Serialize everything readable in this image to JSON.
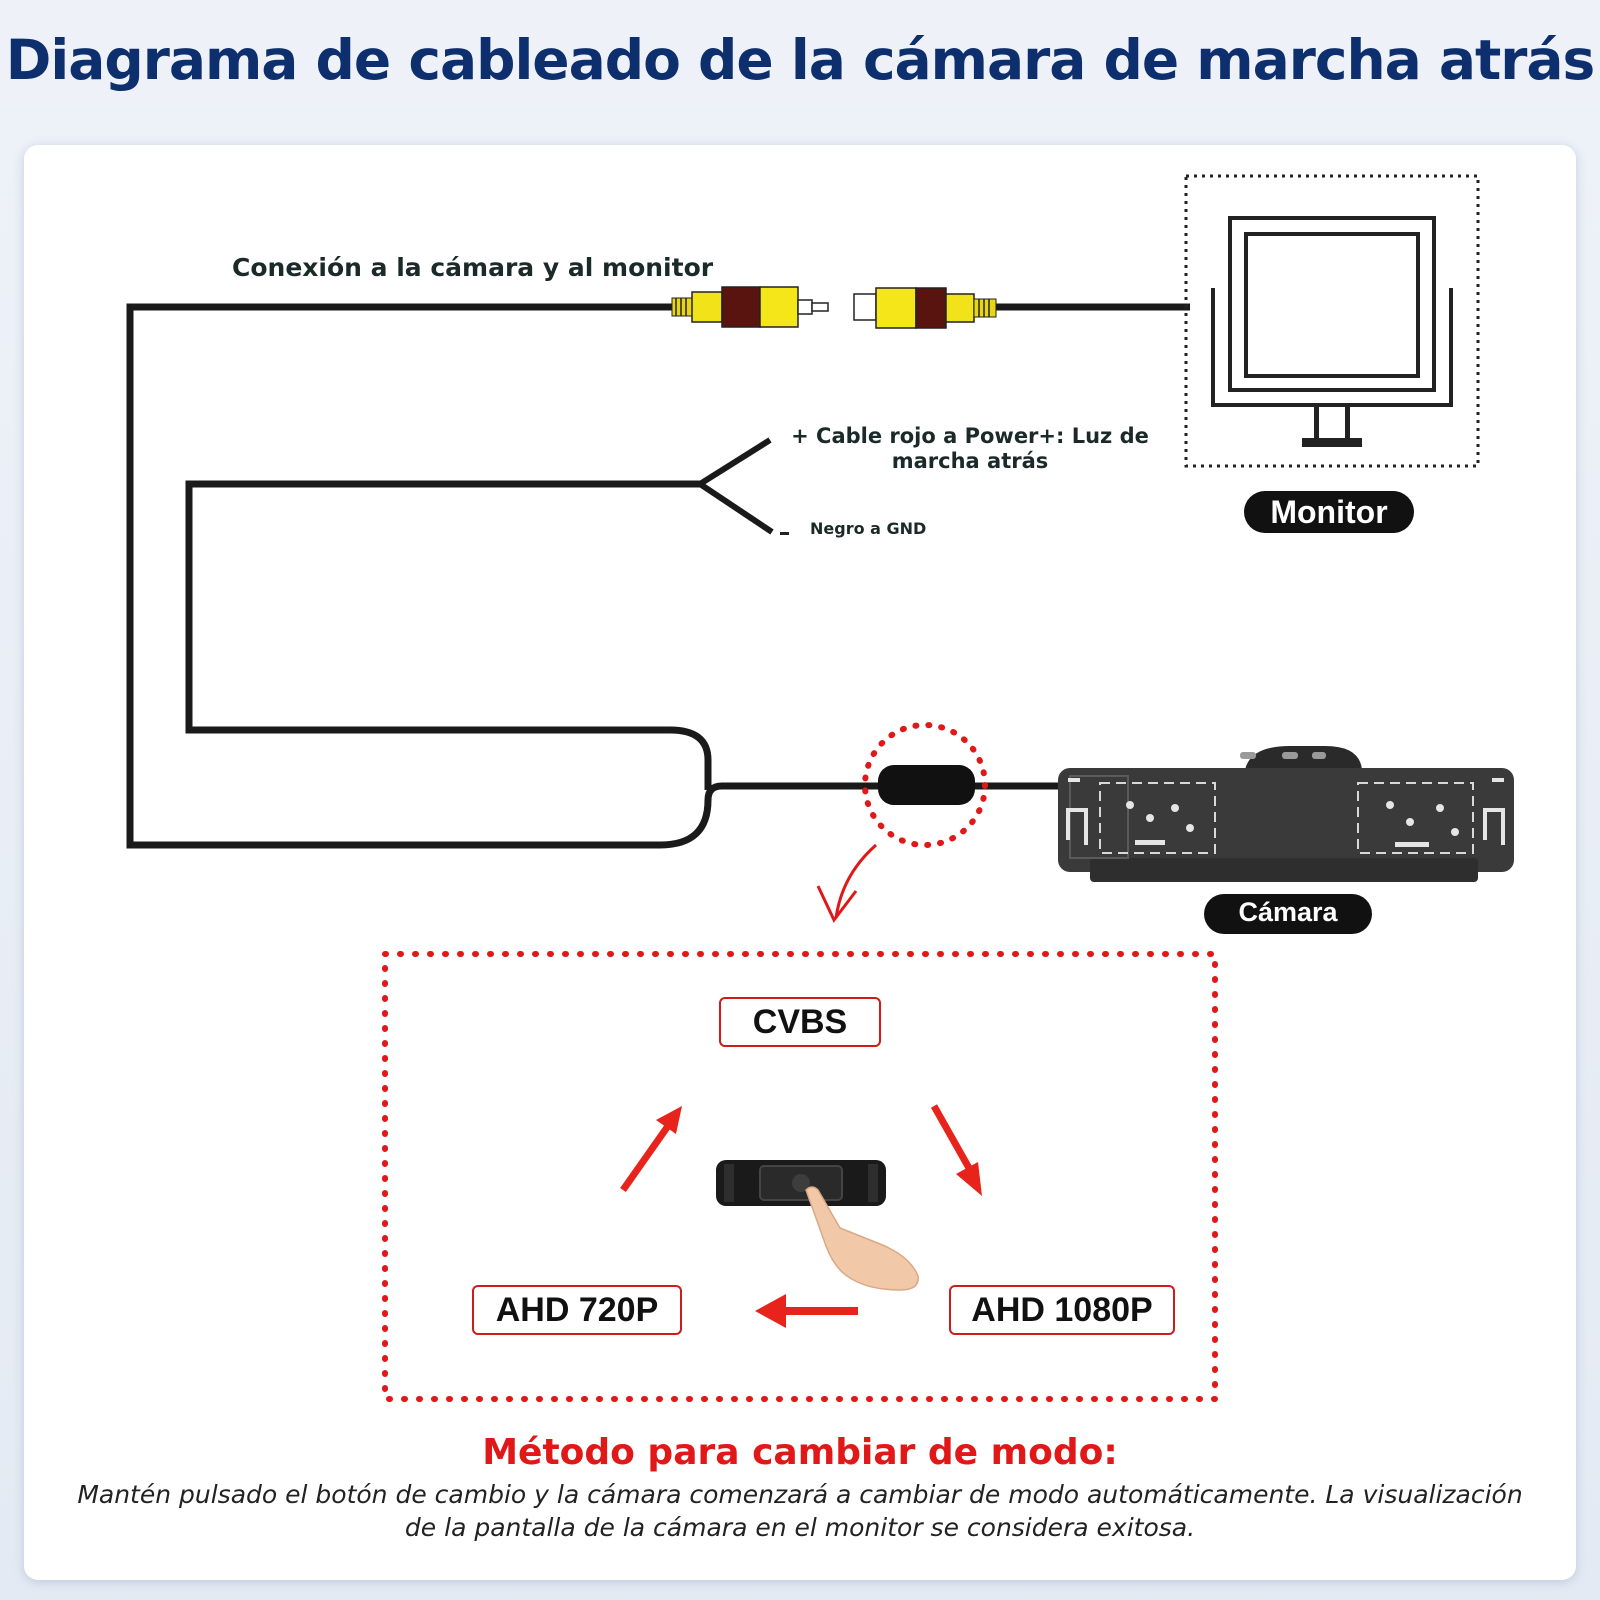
{
  "title": "Diagrama de cableado de la cámara de marcha atrás",
  "labels": {
    "connection": "Conexión a la cámara y al monitor",
    "red_wire": "+ Cable rojo a Power+: Luz de marcha atrás",
    "black_wire": "Negro a GND",
    "monitor": "Monitor",
    "camera": "Cámara"
  },
  "modes": {
    "top": "CVBS",
    "left": "AHD 720P",
    "right": "AHD 1080P"
  },
  "method": {
    "title": "Método para cambiar de modo:",
    "text": "Mantén pulsado el botón de cambio y la cámara comenzará a cambiar de modo automáticamente. La visualización de la pantalla de la cámara en el monitor se considera exitosa."
  },
  "colors": {
    "title": "#0e2f6e",
    "accent_red": "#e01818",
    "rca_yellow": "#f2e21a",
    "rca_brown": "#5a1410",
    "wire": "#1a1a1a"
  },
  "icons": [
    "rca-male-plug-icon",
    "rca-female-plug-icon",
    "monitor-icon",
    "license-plate-camera-icon",
    "mode-switch-box-icon",
    "finger-press-icon"
  ]
}
